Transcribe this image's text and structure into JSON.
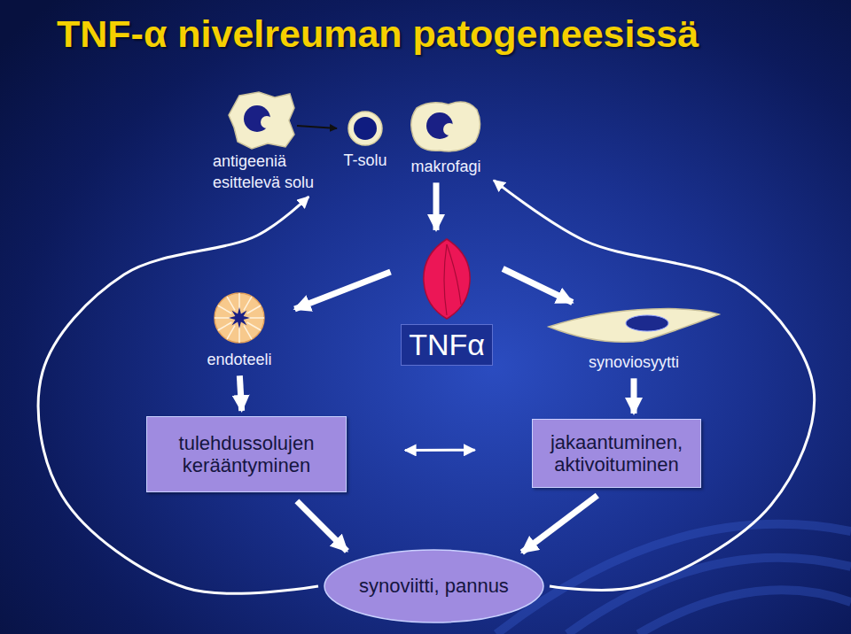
{
  "diagram": {
    "title": "TNF-α nivelreuman patogeneesissä",
    "nodes": [
      {
        "text": [
          "antigeeniä esittelevä solu"
        ]
      },
      {
        "text": [
          "T-solu"
        ]
      },
      {
        "text": [
          "makrofagi"
        ]
      },
      {
        "text": [
          "endoteeli"
        ]
      },
      {
        "text": [
          "TNFα"
        ]
      },
      {
        "text": [
          "synoviosyytti"
        ]
      },
      {
        "text": [
          "tulehdussolujen kerääntyminen"
        ]
      },
      {
        "text": [
          "jakaantuminen, aktivoituminen"
        ]
      },
      {
        "text": [
          "synoviitti, pannus"
        ]
      }
    ],
    "edges": [
      {
        "from": 0,
        "to": 1,
        "arrow": "to"
      },
      {
        "from": 2,
        "to": 4,
        "arrow": "to"
      },
      {
        "from": 4,
        "to": 3,
        "arrow": "to"
      },
      {
        "from": 4,
        "to": 5,
        "arrow": "to"
      },
      {
        "from": 3,
        "to": 6,
        "arrow": "to"
      },
      {
        "from": 5,
        "to": 7,
        "arrow": "to"
      },
      {
        "from": 6,
        "to": 7,
        "arrow": "both"
      },
      {
        "from": 6,
        "to": 8,
        "arrow": "to"
      },
      {
        "from": 7,
        "to": 8,
        "arrow": "to"
      },
      {
        "from": 8,
        "to": 0,
        "arrow": "to"
      },
      {
        "from": 8,
        "to": 2,
        "arrow": "to"
      }
    ]
  }
}
